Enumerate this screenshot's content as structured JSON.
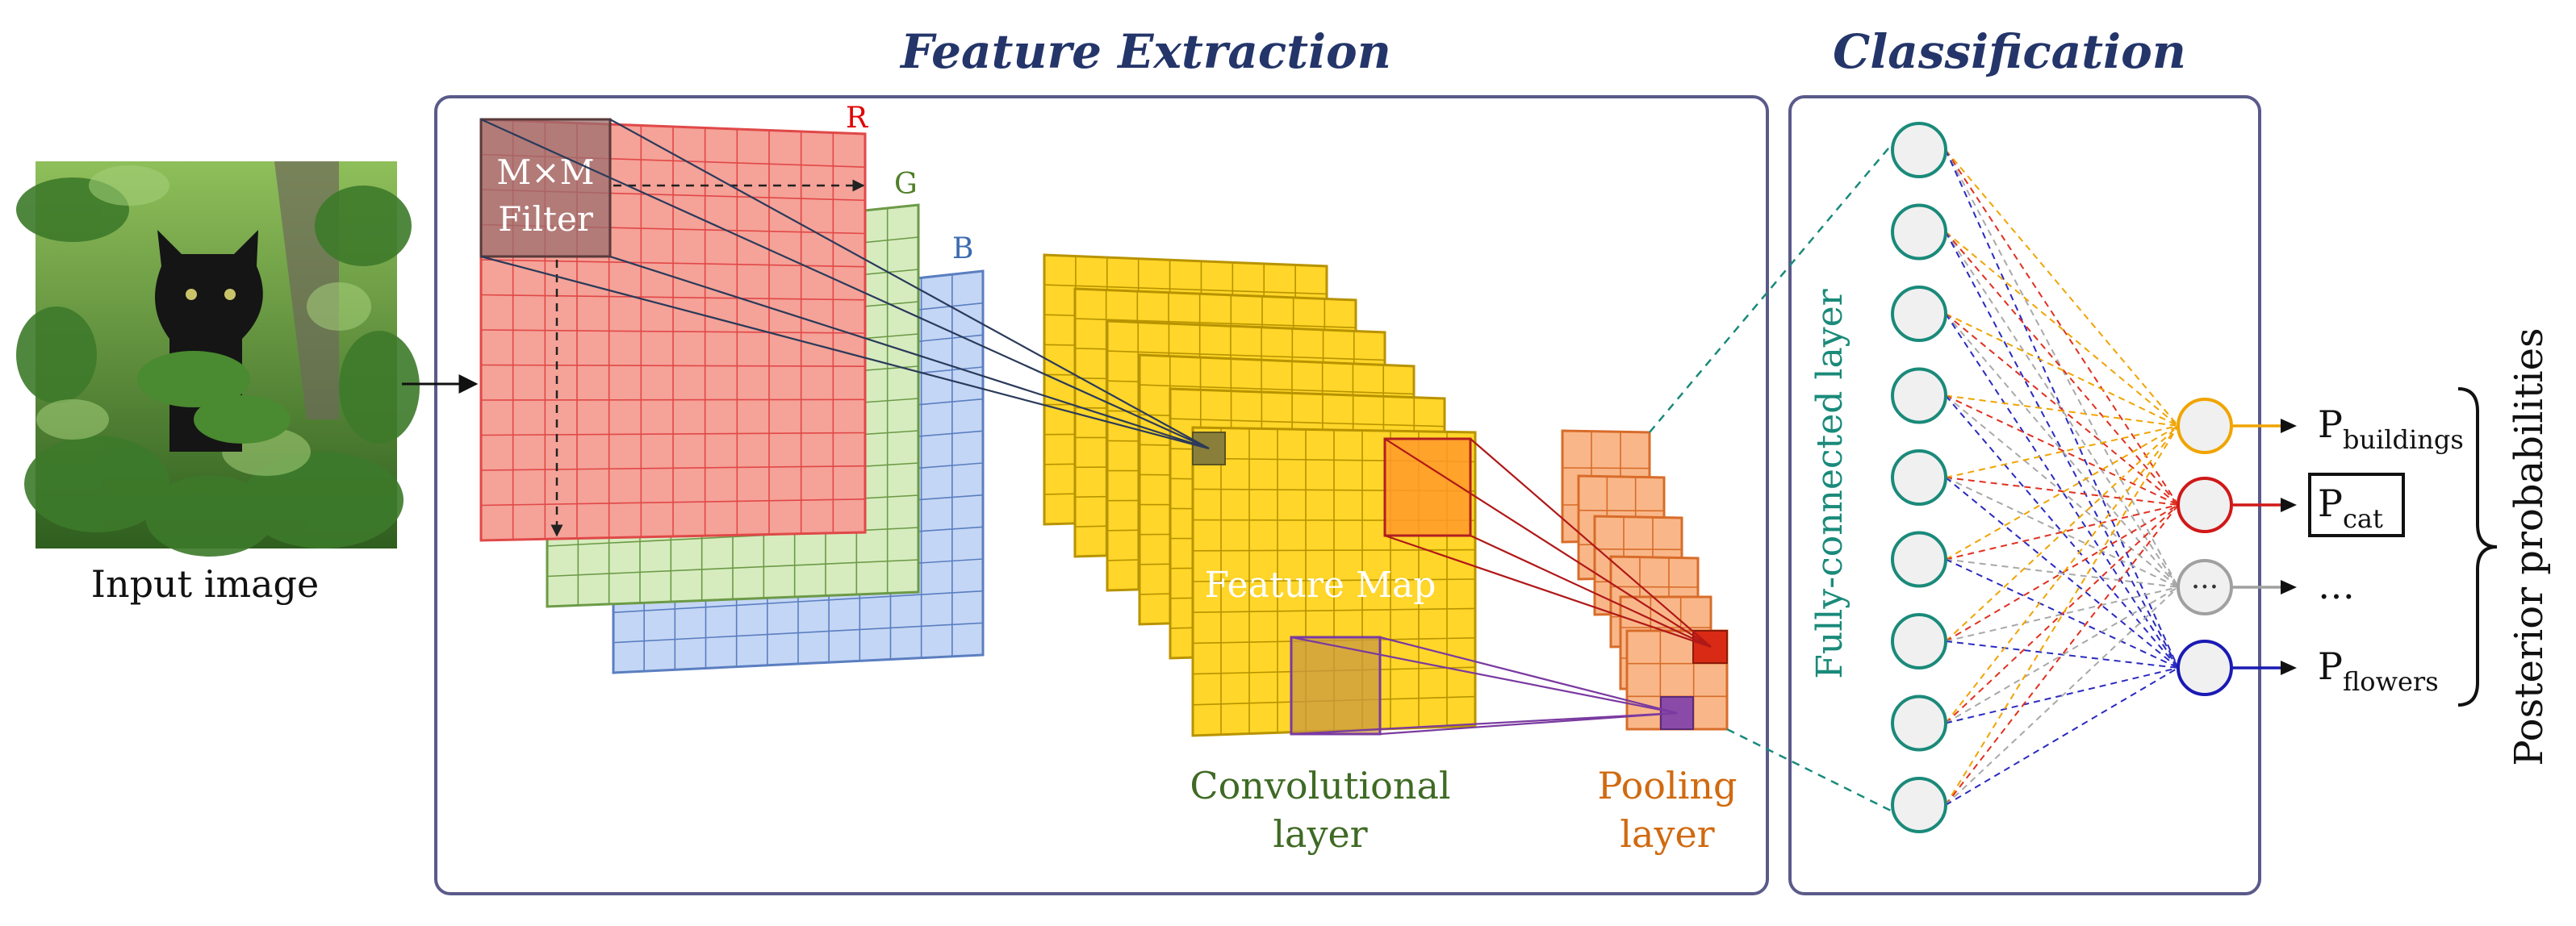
{
  "sections": {
    "feature_extraction_title": "Feature Extraction",
    "classification_title": "Classification"
  },
  "input": {
    "caption": "Input image"
  },
  "channels": {
    "r_label": "R",
    "g_label": "G",
    "b_label": "B",
    "filter_label_line1": "M×M",
    "filter_label_line2": "Filter"
  },
  "convolution": {
    "feature_map_label": "Feature Map",
    "caption_line1": "Convolutional",
    "caption_line2": "layer"
  },
  "pooling": {
    "caption_line1": "Pooling",
    "caption_line2": "layer"
  },
  "classification": {
    "fc_label": "Fully-connected layer",
    "ellipsis_node": "···",
    "output_ellipsis": "…",
    "posterior_label": "Posterior probabilities",
    "outputs": [
      {
        "base": "P",
        "sub": "buildings",
        "boxed": false,
        "color": "#f0a400"
      },
      {
        "base": "P",
        "sub": "cat",
        "boxed": true,
        "color": "#d01818"
      },
      {
        "base": "…",
        "sub": "",
        "boxed": false,
        "color": "#a0a0a0"
      },
      {
        "base": "P",
        "sub": "flowers",
        "boxed": false,
        "color": "#1a1ab4"
      }
    ]
  },
  "colors": {
    "section_title": "#24356a",
    "panel_border": "#5a5a8a",
    "red_channel_fill": "#f5a298",
    "red_channel_stroke": "#e04848",
    "red_label": "#e00000",
    "green_channel_fill": "#d6ecbf",
    "green_channel_stroke": "#6c9a46",
    "green_label": "#4f7f27",
    "blue_channel_fill": "#c4d6f5",
    "blue_channel_stroke": "#5a7ec0",
    "blue_label": "#3a6bb0",
    "feature_map_fill": "#ffd629",
    "feature_map_stroke": "#b89300",
    "conv_caption": "#3f6a24",
    "pool_fill": "#f9b789",
    "pool_stroke": "#d86c2a",
    "pool_caption": "#d06a10",
    "fc_node_stroke": "#1a8a7a",
    "fc_label": "#1a8a7a",
    "node_fill": "#f0f0f0"
  },
  "icons": [
    "arrow-right-icon",
    "brace-icon",
    "cat-photo-image"
  ]
}
